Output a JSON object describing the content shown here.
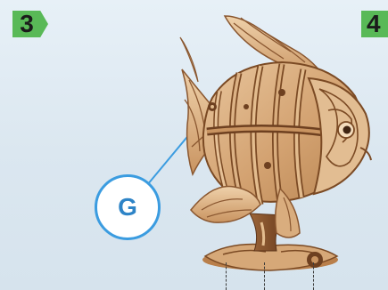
{
  "steps": {
    "current": "3",
    "next": "4"
  },
  "callout": {
    "label": "G"
  },
  "colors": {
    "background": "#dde8f1",
    "step_badge": "#59b957",
    "callout_border": "#3b9ce0",
    "callout_text": "#2e84c7",
    "wood_light": "#dfb98e",
    "wood_mid": "#c08b58",
    "wood_dark": "#7b4a24"
  },
  "icons": {
    "subject": "wooden-fish-model-icon"
  }
}
